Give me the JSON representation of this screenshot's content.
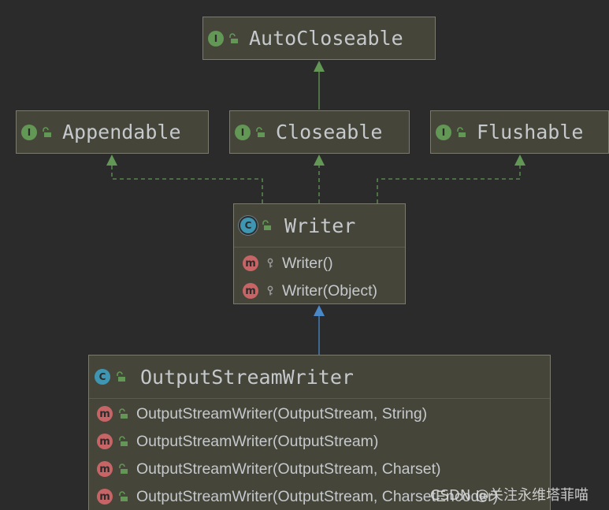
{
  "nodes": {
    "autocloseable": {
      "kind": "I",
      "name": "AutoCloseable"
    },
    "appendable": {
      "kind": "I",
      "name": "Appendable"
    },
    "closeable": {
      "kind": "I",
      "name": "Closeable"
    },
    "flushable": {
      "kind": "I",
      "name": "Flushable"
    },
    "writer": {
      "kind": "C",
      "name": "Writer",
      "members": [
        {
          "kind": "m",
          "label": "Writer()"
        },
        {
          "kind": "m",
          "label": "Writer(Object)"
        }
      ]
    },
    "osw": {
      "kind": "C",
      "name": "OutputStreamWriter",
      "members": [
        {
          "kind": "m",
          "label": "OutputStreamWriter(OutputStream, String)"
        },
        {
          "kind": "m",
          "label": "OutputStreamWriter(OutputStream)"
        },
        {
          "kind": "m",
          "label": "OutputStreamWriter(OutputStream, Charset)"
        },
        {
          "kind": "m",
          "label": "OutputStreamWriter(OutputStream, CharsetEncoder)"
        }
      ]
    }
  },
  "edges": [
    {
      "from": "closeable",
      "to": "autocloseable",
      "type": "extends"
    },
    {
      "from": "writer",
      "to": "appendable",
      "type": "implements"
    },
    {
      "from": "writer",
      "to": "closeable",
      "type": "implements"
    },
    {
      "from": "writer",
      "to": "flushable",
      "type": "implements"
    },
    {
      "from": "osw",
      "to": "writer",
      "type": "extends"
    }
  ],
  "colors": {
    "background": "#2b2b2b",
    "node_fill": "#45453a",
    "interface_badge": "#629755",
    "class_badge": "#3f96b3",
    "method_badge": "#c76566",
    "implements_arrow": "#629755",
    "extends_interface_arrow": "#629755",
    "extends_class_arrow": "#4a88c7"
  },
  "watermark": "CSDN @关注永维塔菲喵"
}
